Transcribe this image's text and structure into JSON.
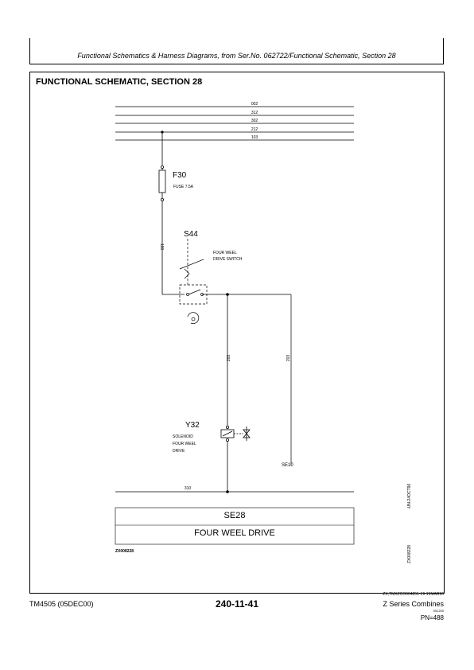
{
  "header": {
    "running_title": "Functional Schematics & Harness Diagrams, from Ser.No. 062722/Functional Schematic, Section 28"
  },
  "section_title": "FUNCTIONAL SCHEMATIC, SECTION 28",
  "bus_wires": [
    "002",
    "312",
    "302",
    "212",
    "103"
  ],
  "components": {
    "fuse": {
      "id": "F30",
      "desc": "FUSE 7.5A"
    },
    "switch": {
      "id": "S44",
      "desc_line1": "FOUR WEEL",
      "desc_line2": "DRIVE SWITCH"
    },
    "solenoid": {
      "id": "Y32",
      "desc_line1": "SOLENOID",
      "desc_line2": "FOUR WEEL",
      "desc_line3": "DRIVE"
    }
  },
  "wires": {
    "w199": "199",
    "w203a": "203",
    "w203b": "203",
    "w310": "310",
    "se10": "SE10"
  },
  "legend_box": {
    "code": "SE28",
    "name": "FOUR WEEL DRIVE"
  },
  "figure_id": "ZX008228",
  "side_ref_1": "-UN-24OCT96",
  "side_ref_2": "ZX008228",
  "footer": {
    "ref": "ZX,TMXZCO004851-19-15MAR96",
    "manual": "TM4505 (05DEC00)",
    "page": "240-11-41",
    "series": "Z Series Combines",
    "date_code": "051200",
    "pn": "PN=488"
  }
}
